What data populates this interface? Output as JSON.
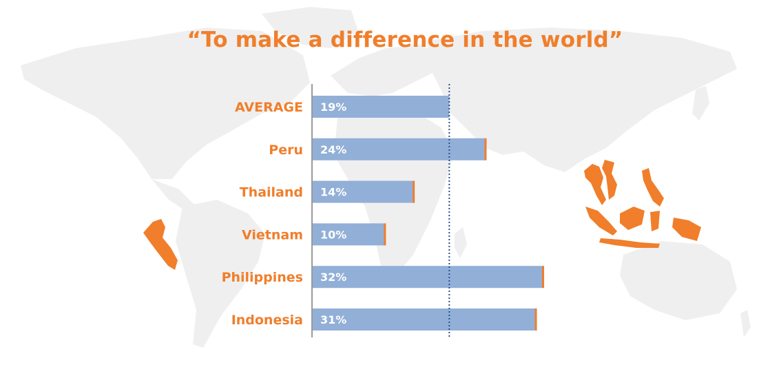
{
  "chart_data": {
    "type": "bar",
    "orientation": "horizontal",
    "title": "“To make a difference in the world”",
    "categories": [
      "AVERAGE",
      "Peru",
      "Thailand",
      "Vietnam",
      "Philippines",
      "Indonesia"
    ],
    "values": [
      19,
      24,
      14,
      10,
      32,
      31
    ],
    "value_labels": [
      "19%",
      "24%",
      "14%",
      "10%",
      "32%",
      "31%"
    ],
    "value_unit": "%",
    "xlim": [
      0,
      32
    ],
    "reference_line": {
      "value": 19,
      "style": "dotted"
    },
    "grid": false,
    "legend": "none",
    "colors": {
      "bar": "#92afd7",
      "bar_end_marker": "#f07e2b",
      "label": "#f07e2b",
      "axis": "#999999",
      "reference_line": "#2a4f8a",
      "map_land": "#eeeeee",
      "map_highlight": "#f07e2b"
    }
  }
}
